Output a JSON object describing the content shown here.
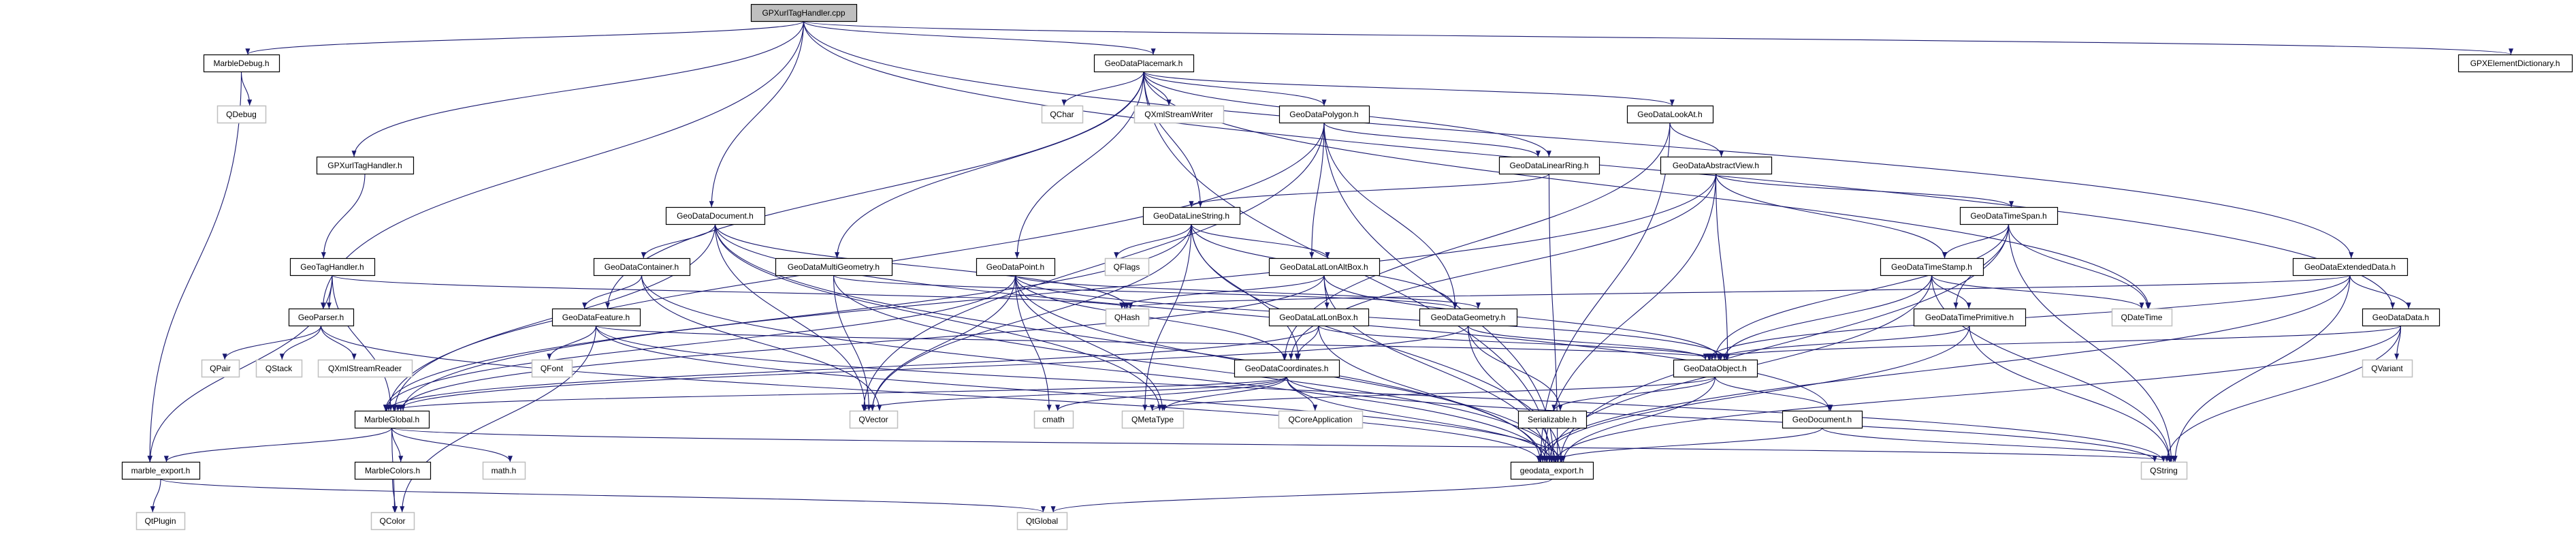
{
  "graph": {
    "type": "include-dependency-graph",
    "colors": {
      "edge": "#191970",
      "root_fill": "#bfbfbf",
      "local_border": "#000000",
      "external_border": "#bfbfbf"
    },
    "nodes": [
      {
        "label": "GPXurlTagHandler.cpp",
        "kind": "root"
      },
      {
        "label": "MarbleDebug.h",
        "kind": "local"
      },
      {
        "label": "QDebug",
        "kind": "external"
      },
      {
        "label": "GPXurlTagHandler.h",
        "kind": "local"
      },
      {
        "label": "GeoDataDocument.h",
        "kind": "local"
      },
      {
        "label": "GeoTagHandler.h",
        "kind": "local"
      },
      {
        "label": "GeoDataContainer.h",
        "kind": "local"
      },
      {
        "label": "GeoDataMultiGeometry.h",
        "kind": "local"
      },
      {
        "label": "GeoParser.h",
        "kind": "local"
      },
      {
        "label": "GeoDataFeature.h",
        "kind": "local"
      },
      {
        "label": "QPair",
        "kind": "external"
      },
      {
        "label": "QStack",
        "kind": "external"
      },
      {
        "label": "QXmlStreamReader",
        "kind": "external"
      },
      {
        "label": "QFont",
        "kind": "external"
      },
      {
        "label": "MarbleGlobal.h",
        "kind": "local"
      },
      {
        "label": "QVector",
        "kind": "external"
      },
      {
        "label": "marble_export.h",
        "kind": "local"
      },
      {
        "label": "MarbleColors.h",
        "kind": "local"
      },
      {
        "label": "math.h",
        "kind": "external"
      },
      {
        "label": "QtPlugin",
        "kind": "external"
      },
      {
        "label": "QColor",
        "kind": "external"
      },
      {
        "label": "GeoDataPlacemark.h",
        "kind": "local"
      },
      {
        "label": "QChar",
        "kind": "external"
      },
      {
        "label": "QXmlStreamWriter",
        "kind": "external"
      },
      {
        "label": "GeoDataPolygon.h",
        "kind": "local"
      },
      {
        "label": "GeoDataLookAt.h",
        "kind": "local"
      },
      {
        "label": "GeoDataLinearRing.h",
        "kind": "local"
      },
      {
        "label": "GeoDataAbstractView.h",
        "kind": "local"
      },
      {
        "label": "GeoDataLineString.h",
        "kind": "local"
      },
      {
        "label": "GeoDataPoint.h",
        "kind": "local"
      },
      {
        "label": "QFlags",
        "kind": "external"
      },
      {
        "label": "GeoDataLatLonAltBox.h",
        "kind": "local"
      },
      {
        "label": "QHash",
        "kind": "external"
      },
      {
        "label": "GeoDataLatLonBox.h",
        "kind": "local"
      },
      {
        "label": "GeoDataGeometry.h",
        "kind": "local"
      },
      {
        "label": "GeoDataCoordinates.h",
        "kind": "local"
      },
      {
        "label": "GeoDataObject.h",
        "kind": "local"
      },
      {
        "label": "cmath",
        "kind": "external"
      },
      {
        "label": "QMetaType",
        "kind": "external"
      },
      {
        "label": "QCoreApplication",
        "kind": "external"
      },
      {
        "label": "Serializable.h",
        "kind": "local"
      },
      {
        "label": "geodata_export.h",
        "kind": "local"
      },
      {
        "label": "QtGlobal",
        "kind": "external"
      },
      {
        "label": "GPXElementDictionary.h",
        "kind": "local"
      },
      {
        "label": "GeoDataTimeSpan.h",
        "kind": "local"
      },
      {
        "label": "GeoDataTimeStamp.h",
        "kind": "local"
      },
      {
        "label": "GeoDataExtendedData.h",
        "kind": "local"
      },
      {
        "label": "GeoDataTimePrimitive.h",
        "kind": "local"
      },
      {
        "label": "QDateTime",
        "kind": "external"
      },
      {
        "label": "GeoDataData.h",
        "kind": "local"
      },
      {
        "label": "QVariant",
        "kind": "external"
      },
      {
        "label": "GeoDocument.h",
        "kind": "local"
      },
      {
        "label": "QString",
        "kind": "external"
      }
    ],
    "edges": [
      [
        "GPXurlTagHandler.cpp",
        "MarbleDebug.h"
      ],
      [
        "GPXurlTagHandler.cpp",
        "GPXurlTagHandler.h"
      ],
      [
        "GPXurlTagHandler.cpp",
        "GeoParser.h"
      ],
      [
        "GPXurlTagHandler.cpp",
        "GeoDataDocument.h"
      ],
      [
        "GPXurlTagHandler.cpp",
        "GeoDataPlacemark.h"
      ],
      [
        "GPXurlTagHandler.cpp",
        "GPXElementDictionary.h"
      ],
      [
        "GPXurlTagHandler.cpp",
        "GeoDataExtendedData.h"
      ],
      [
        "GPXurlTagHandler.cpp",
        "GeoDataData.h"
      ],
      [
        "MarbleDebug.h",
        "QDebug"
      ],
      [
        "MarbleDebug.h",
        "marble_export.h"
      ],
      [
        "GPXurlTagHandler.h",
        "GeoTagHandler.h"
      ],
      [
        "GeoTagHandler.h",
        "GeoParser.h"
      ],
      [
        "GeoTagHandler.h",
        "QHash"
      ],
      [
        "GeoTagHandler.h",
        "marble_export.h"
      ],
      [
        "GeoTagHandler.h",
        "MarbleGlobal.h"
      ],
      [
        "GeoParser.h",
        "QPair"
      ],
      [
        "GeoParser.h",
        "QStack"
      ],
      [
        "GeoParser.h",
        "QXmlStreamReader"
      ],
      [
        "GeoParser.h",
        "geodata_export.h"
      ],
      [
        "GeoDataDocument.h",
        "GeoDataContainer.h"
      ],
      [
        "GeoDataDocument.h",
        "MarbleGlobal.h"
      ],
      [
        "GeoDataDocument.h",
        "QVector"
      ],
      [
        "GeoDataDocument.h",
        "QHash"
      ],
      [
        "GeoDataDocument.h",
        "QMetaType"
      ],
      [
        "GeoDataDocument.h",
        "geodata_export.h"
      ],
      [
        "GeoDataDocument.h",
        "GeoDocument.h"
      ],
      [
        "GeoDataContainer.h",
        "GeoDataFeature.h"
      ],
      [
        "GeoDataContainer.h",
        "QVector"
      ],
      [
        "GeoDataContainer.h",
        "geodata_export.h"
      ],
      [
        "GeoDataFeature.h",
        "QFont"
      ],
      [
        "GeoDataFeature.h",
        "QColor"
      ],
      [
        "GeoDataFeature.h",
        "GeoDataObject.h"
      ],
      [
        "GeoDataFeature.h",
        "geodata_export.h"
      ],
      [
        "GeoDataFeature.h",
        "QString"
      ],
      [
        "GeoDataPlacemark.h",
        "QChar"
      ],
      [
        "GeoDataPlacemark.h",
        "QXmlStreamWriter"
      ],
      [
        "GeoDataPlacemark.h",
        "GeoDataPolygon.h"
      ],
      [
        "GeoDataPlacemark.h",
        "GeoDataLookAt.h"
      ],
      [
        "GeoDataPlacemark.h",
        "GeoDataLinearRing.h"
      ],
      [
        "GeoDataPlacemark.h",
        "GeoDataLineString.h"
      ],
      [
        "GeoDataPlacemark.h",
        "GeoDataPoint.h"
      ],
      [
        "GeoDataPlacemark.h",
        "GeoDataMultiGeometry.h"
      ],
      [
        "GeoDataPlacemark.h",
        "GeoDataFeature.h"
      ],
      [
        "GeoDataPlacemark.h",
        "QDateTime"
      ],
      [
        "GeoDataPlacemark.h",
        "geodata_export.h"
      ],
      [
        "GeoDataPolygon.h",
        "GeoDataLinearRing.h"
      ],
      [
        "GeoDataPolygon.h",
        "GeoDataLatLonAltBox.h"
      ],
      [
        "GeoDataPolygon.h",
        "GeoDataGeometry.h"
      ],
      [
        "GeoDataPolygon.h",
        "QVector"
      ],
      [
        "GeoDataPolygon.h",
        "geodata_export.h"
      ],
      [
        "GeoDataPolygon.h",
        "MarbleGlobal.h"
      ],
      [
        "GeoDataLookAt.h",
        "GeoDataAbstractView.h"
      ],
      [
        "GeoDataLookAt.h",
        "GeoDataCoordinates.h"
      ],
      [
        "GeoDataLookAt.h",
        "geodata_export.h"
      ],
      [
        "GeoDataLinearRing.h",
        "GeoDataLineString.h"
      ],
      [
        "GeoDataLinearRing.h",
        "geodata_export.h"
      ],
      [
        "GeoDataAbstractView.h",
        "GeoDataObject.h"
      ],
      [
        "GeoDataAbstractView.h",
        "GeoDataTimeSpan.h"
      ],
      [
        "GeoDataAbstractView.h",
        "GeoDataTimeStamp.h"
      ],
      [
        "GeoDataAbstractView.h",
        "geodata_export.h"
      ],
      [
        "GeoDataAbstractView.h",
        "MarbleGlobal.h"
      ],
      [
        "GeoDataAbstractView.h",
        "GeoDataCoordinates.h"
      ],
      [
        "GeoDataLineString.h",
        "QFlags"
      ],
      [
        "GeoDataLineString.h",
        "QVector"
      ],
      [
        "GeoDataLineString.h",
        "QMetaType"
      ],
      [
        "GeoDataLineString.h",
        "GeoDataLatLonAltBox.h"
      ],
      [
        "GeoDataLineString.h",
        "GeoDataGeometry.h"
      ],
      [
        "GeoDataLineString.h",
        "GeoDataCoordinates.h"
      ],
      [
        "GeoDataLineString.h",
        "MarbleGlobal.h"
      ],
      [
        "GeoDataLineString.h",
        "geodata_export.h"
      ],
      [
        "GeoDataMultiGeometry.h",
        "QVector"
      ],
      [
        "GeoDataMultiGeometry.h",
        "GeoDataGeometry.h"
      ],
      [
        "GeoDataMultiGeometry.h",
        "geodata_export.h"
      ],
      [
        "GeoDataPoint.h",
        "QMetaType"
      ],
      [
        "GeoDataPoint.h",
        "QVector"
      ],
      [
        "GeoDataPoint.h",
        "cmath"
      ],
      [
        "GeoDataPoint.h",
        "GeoDataCoordinates.h"
      ],
      [
        "GeoDataPoint.h",
        "GeoDataGeometry.h"
      ],
      [
        "GeoDataPoint.h",
        "geodata_export.h"
      ],
      [
        "GeoDataPoint.h",
        "MarbleGlobal.h"
      ],
      [
        "GeoDataPoint.h",
        "GeoDataObject.h"
      ],
      [
        "GeoDataLatLonAltBox.h",
        "GeoDataLatLonBox.h"
      ],
      [
        "GeoDataLatLonAltBox.h",
        "QHash"
      ],
      [
        "GeoDataLatLonAltBox.h",
        "GeoDataObject.h"
      ],
      [
        "GeoDataLatLonAltBox.h",
        "geodata_export.h"
      ],
      [
        "GeoDataLatLonAltBox.h",
        "MarbleGlobal.h"
      ],
      [
        "GeoDataLatLonBox.h",
        "GeoDataCoordinates.h"
      ],
      [
        "GeoDataLatLonBox.h",
        "GeoDataObject.h"
      ],
      [
        "GeoDataLatLonBox.h",
        "geodata_export.h"
      ],
      [
        "GeoDataLatLonBox.h",
        "MarbleGlobal.h"
      ],
      [
        "GeoDataGeometry.h",
        "GeoDataObject.h"
      ],
      [
        "GeoDataGeometry.h",
        "Serializable.h"
      ],
      [
        "GeoDataGeometry.h",
        "geodata_export.h"
      ],
      [
        "GeoDataGeometry.h",
        "MarbleGlobal.h"
      ],
      [
        "GeoDataCoordinates.h",
        "QVector"
      ],
      [
        "GeoDataCoordinates.h",
        "cmath"
      ],
      [
        "GeoDataCoordinates.h",
        "QMetaType"
      ],
      [
        "GeoDataCoordinates.h",
        "QCoreApplication"
      ],
      [
        "GeoDataCoordinates.h",
        "MarbleGlobal.h"
      ],
      [
        "GeoDataCoordinates.h",
        "geodata_export.h"
      ],
      [
        "GeoDataCoordinates.h",
        "QString"
      ],
      [
        "GeoDataObject.h",
        "Serializable.h"
      ],
      [
        "GeoDataObject.h",
        "GeoDocument.h"
      ],
      [
        "GeoDataObject.h",
        "QMetaType"
      ],
      [
        "GeoDataObject.h",
        "geodata_export.h"
      ],
      [
        "GeoDataTimeSpan.h",
        "GeoDataTimeStamp.h"
      ],
      [
        "GeoDataTimeSpan.h",
        "GeoDataTimePrimitive.h"
      ],
      [
        "GeoDataTimeSpan.h",
        "QDateTime"
      ],
      [
        "GeoDataTimeSpan.h",
        "QString"
      ],
      [
        "GeoDataTimeSpan.h",
        "GeoDataObject.h"
      ],
      [
        "GeoDataTimeSpan.h",
        "geodata_export.h"
      ],
      [
        "GeoDataTimeStamp.h",
        "GeoDataTimePrimitive.h"
      ],
      [
        "GeoDataTimeStamp.h",
        "QDateTime"
      ],
      [
        "GeoDataTimeStamp.h",
        "QString"
      ],
      [
        "GeoDataTimeStamp.h",
        "GeoDataObject.h"
      ],
      [
        "GeoDataTimeStamp.h",
        "geodata_export.h"
      ],
      [
        "GeoDataTimePrimitive.h",
        "GeoDataObject.h"
      ],
      [
        "GeoDataTimePrimitive.h",
        "QString"
      ],
      [
        "GeoDataTimePrimitive.h",
        "geodata_export.h"
      ],
      [
        "GeoDataExtendedData.h",
        "GeoDataData.h"
      ],
      [
        "GeoDataExtendedData.h",
        "QHash"
      ],
      [
        "GeoDataExtendedData.h",
        "GeoDataObject.h"
      ],
      [
        "GeoDataExtendedData.h",
        "geodata_export.h"
      ],
      [
        "GeoDataExtendedData.h",
        "QString"
      ],
      [
        "GeoDataData.h",
        "QVariant"
      ],
      [
        "GeoDataData.h",
        "GeoDataObject.h"
      ],
      [
        "GeoDataData.h",
        "geodata_export.h"
      ],
      [
        "GeoDataData.h",
        "QString"
      ],
      [
        "MarbleGlobal.h",
        "marble_export.h"
      ],
      [
        "MarbleGlobal.h",
        "MarbleColors.h"
      ],
      [
        "MarbleGlobal.h",
        "math.h"
      ],
      [
        "MarbleGlobal.h",
        "QColor"
      ],
      [
        "MarbleGlobal.h",
        "QString"
      ],
      [
        "MarbleColors.h",
        "QColor"
      ],
      [
        "marble_export.h",
        "QtPlugin"
      ],
      [
        "marble_export.h",
        "QtGlobal"
      ],
      [
        "geodata_export.h",
        "QtGlobal"
      ],
      [
        "GeoDocument.h",
        "geodata_export.h"
      ],
      [
        "GeoDocument.h",
        "QString"
      ]
    ]
  }
}
